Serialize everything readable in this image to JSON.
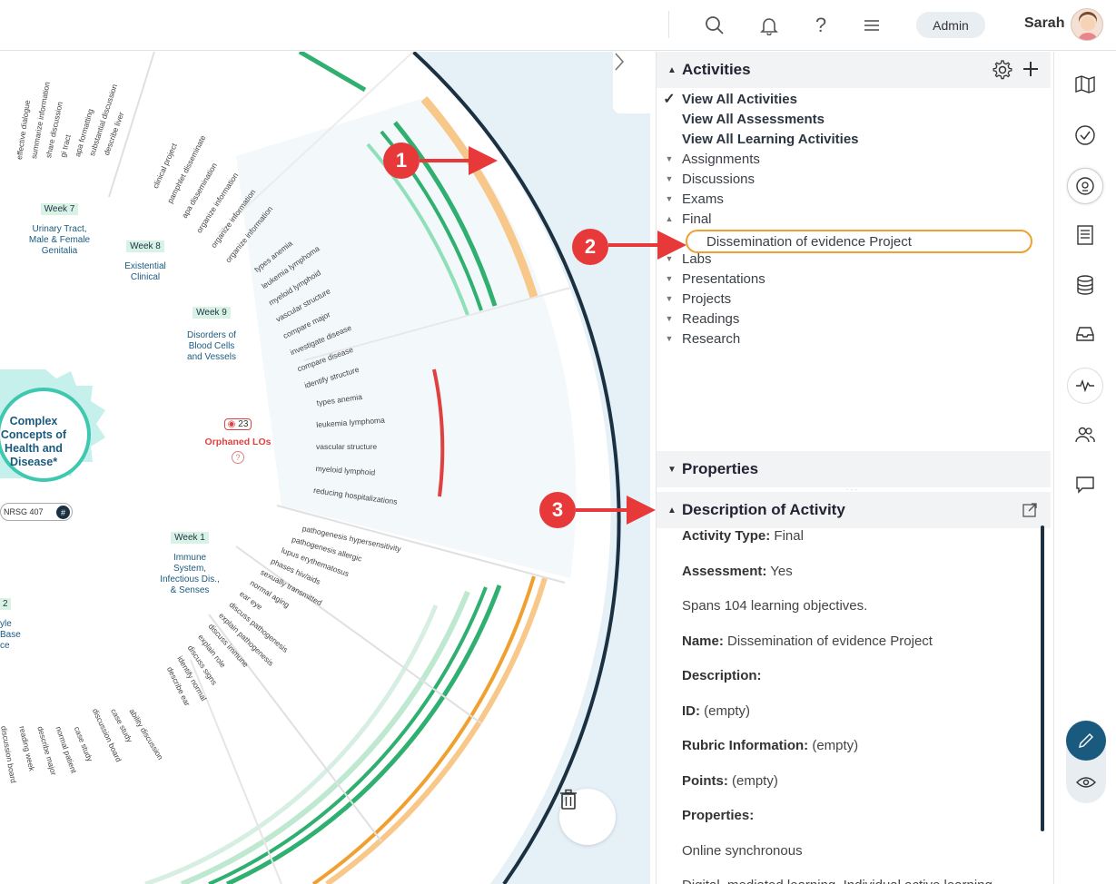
{
  "topbar": {
    "admin_label": "Admin",
    "user_name": "Sarah",
    "help_glyph": "?"
  },
  "viz": {
    "center_label": [
      "Complex",
      "Concepts of",
      "Health and",
      "Disease*"
    ],
    "course_code": "NRSG 407",
    "course_badge": "#",
    "orphaned_count": "23",
    "orphaned_label": "Orphaned LOs",
    "orphaned_help": "?",
    "weeks": [
      {
        "week": "Week 7",
        "topic": [
          "Urinary Tract,",
          "Male & Female",
          "Genitalia"
        ]
      },
      {
        "week": "Week 8",
        "topic": [
          "Existential",
          "Clinical"
        ]
      },
      {
        "week": "Week 9",
        "topic": [
          "Disorders of",
          "Blood Cells",
          "and Vessels"
        ]
      },
      {
        "week": "Week 1",
        "topic": [
          "Immune",
          "System,",
          "Infectious Dis.,",
          "& Senses"
        ]
      },
      {
        "week": "2",
        "topic": [
          "yle",
          "Base",
          "ce"
        ]
      }
    ],
    "labels_w7": [
      "effective dialogue",
      "summarize information",
      "share discussion",
      "gi tract",
      "apa formatting",
      "substantial discussion",
      "describe liver"
    ],
    "labels_w8": [
      "clinical project",
      "pamphlet disseminate",
      "apa dissemination",
      "organize information",
      "organize information",
      "organize information"
    ],
    "labels_w9": [
      "types anemia",
      "leukemia lymphoma",
      "myeloid lymphoid",
      "vascular structure",
      "compare major",
      "investigate disease",
      "compare disease",
      "identify structure"
    ],
    "labels_orphan": [
      "types anemia",
      "leukemia lymphoma",
      "vascular structure",
      "myeloid lymphoid",
      "reducing hospitalizations"
    ],
    "labels_w1": [
      "pathogenesis hypersensitivity",
      "pathogenesis allergic",
      "lupus erythematosus",
      "phases hiv/aids",
      "sexually transmitted",
      "normal aging",
      "ear eye",
      "discuss pathogenesis",
      "explain pathogenesis",
      "discuss immune",
      "explain role",
      "discuss signs",
      "identify normal",
      "describe ear"
    ],
    "labels_bottom": [
      "discussion board",
      "reading week",
      "describe major",
      "normal patient",
      "case study",
      "discussion board",
      "case study",
      "ability discussion"
    ]
  },
  "panel": {
    "activities_title": "Activities",
    "properties_title": "Properties",
    "description_title": "Description of Activity",
    "items": [
      {
        "label": "View All Activities",
        "kind": "check",
        "glyph": "✓"
      },
      {
        "label": "View All Assessments",
        "kind": "bold",
        "glyph": ""
      },
      {
        "label": "View All Learning Activities",
        "kind": "bold",
        "glyph": ""
      },
      {
        "label": "Assignments",
        "kind": "collapsed",
        "glyph": "▼"
      },
      {
        "label": "Discussions",
        "kind": "collapsed",
        "glyph": "▼"
      },
      {
        "label": "Exams",
        "kind": "collapsed",
        "glyph": "▼"
      },
      {
        "label": "Final",
        "kind": "expanded",
        "glyph": "▲"
      },
      {
        "label": "",
        "kind": "spacer",
        "glyph": ""
      },
      {
        "label": "Labs",
        "kind": "collapsed",
        "glyph": "▼"
      },
      {
        "label": "Presentations",
        "kind": "collapsed",
        "glyph": "▼"
      },
      {
        "label": "Projects",
        "kind": "collapsed",
        "glyph": "▼"
      },
      {
        "label": "Readings",
        "kind": "collapsed",
        "glyph": "▼"
      },
      {
        "label": "Research",
        "kind": "collapsed",
        "glyph": "▼"
      }
    ],
    "selected_item": "Dissemination of evidence Project",
    "description": [
      {
        "key": "Activity Type:",
        "value": " Final"
      },
      {
        "key": "Assessment:",
        "value": " Yes"
      },
      {
        "key": "",
        "value": "Spans 104 learning objectives."
      },
      {
        "key": "Name:",
        "value": " Dissemination of evidence Project"
      },
      {
        "key": "Description:",
        "value": ""
      },
      {
        "key": "ID:",
        "value": " (empty)"
      },
      {
        "key": "Rubric Information:",
        "value": " (empty)"
      },
      {
        "key": "Points:",
        "value": " (empty)"
      },
      {
        "key": "Properties:",
        "value": ""
      },
      {
        "key": "",
        "value": "Online synchronous"
      },
      {
        "key": "",
        "value": "Digital, mediated learning, Individual active learning"
      }
    ]
  },
  "callouts": [
    "1",
    "2",
    "3"
  ],
  "icons": [
    "search-icon",
    "bell-icon",
    "help-icon",
    "menu-icon",
    "settings-icon",
    "plus-icon",
    "map-icon",
    "check-circle-icon",
    "brain-icon",
    "document-icon",
    "database-icon",
    "inbox-icon",
    "pulse-icon",
    "users-icon",
    "chat-icon",
    "pencil-icon",
    "eye-icon",
    "trash-icon",
    "external-link-icon"
  ],
  "colors": {
    "accent": "#1a5a7f",
    "callout": "#e8393a",
    "orange": "#f0a030",
    "green": "#2fb070",
    "red": "#e04040",
    "teal": "#3ec8b0"
  }
}
